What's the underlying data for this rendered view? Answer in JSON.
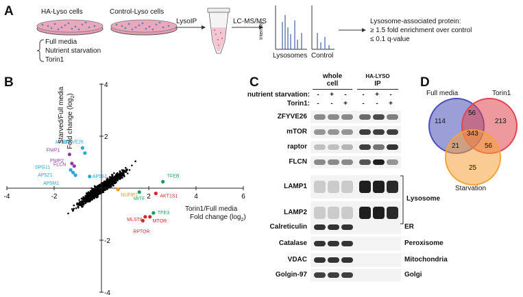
{
  "panel_a": {
    "letter": "A",
    "dish1_label": "HA-Lyso cells",
    "dish2_label": "Control-Lyso cells",
    "conditions": [
      "Full media",
      "Nutrient starvation",
      "Torin1"
    ],
    "step1": "LysoIP",
    "step2": "LC-MS/MS",
    "intensity_label": "Intensity",
    "spec1_label": "Lysosomes",
    "spec2_label": "Control",
    "criteria_title": "Lysosome-associated protein:",
    "criteria_1": "≥ 1.5 fold enrichment over control",
    "criteria_2": "≤ 0.1 q-value"
  },
  "panel_b": {
    "letter": "B",
    "chart_data": {
      "type": "scatter",
      "xlabel_line1": "Torin1/Full media",
      "xlabel_line2": "Fold change (log",
      "xlabel_sub": "2",
      "xlabel_close": ")",
      "ylabel_line1": "Starved/Full media",
      "ylabel_line2": "Fold change (log",
      "ylabel_sub": "2",
      "ylabel_close": ")",
      "xlim": [
        -4,
        6
      ],
      "ylim": [
        -4,
        4
      ],
      "xticks": [
        "-4",
        "-2",
        "2",
        "4",
        "6"
      ],
      "yticks": [
        "4",
        "2",
        "-2",
        "-4"
      ],
      "labeled_points": [
        {
          "label": "AP5B1",
          "x": -0.8,
          "y": 1.55,
          "color": "#2aa7d8"
        },
        {
          "label": "ZFYVE26",
          "x": -0.7,
          "y": 1.35,
          "color": "#2aa7d8"
        },
        {
          "label": "FNIP1",
          "x": -1.35,
          "y": 1.3,
          "color": "#8e3fa0"
        },
        {
          "label": "FNIP2",
          "x": -1.25,
          "y": 0.95,
          "color": "#8e3fa0"
        },
        {
          "label": "FLCN",
          "x": -1.15,
          "y": 0.85,
          "color": "#8e3fa0"
        },
        {
          "label": "SPG11",
          "x": -1.3,
          "y": 0.7,
          "color": "#2aa7d8"
        },
        {
          "label": "AP5Z1",
          "x": -1.2,
          "y": 0.6,
          "color": "#2aa7d8"
        },
        {
          "label": "AP5M1",
          "x": -1.1,
          "y": 0.5,
          "color": "#2aa7d8"
        },
        {
          "label": "AP5S1",
          "x": -0.5,
          "y": 0.45,
          "color": "#2aa7d8"
        },
        {
          "label": "TFEB",
          "x": 2.6,
          "y": 0.25,
          "color": "#1a9a5a"
        },
        {
          "label": "AKT1S1",
          "x": 2.3,
          "y": -0.2,
          "color": "#d3262b"
        },
        {
          "label": "MITF",
          "x": 1.6,
          "y": -0.15,
          "color": "#1a9a5a"
        },
        {
          "label": "NUFIP1",
          "x": 0.7,
          "y": -0.05,
          "color": "#f39a1e"
        },
        {
          "label": "TFE3",
          "x": 2.2,
          "y": -0.95,
          "color": "#1a9a5a"
        },
        {
          "label": "MLST8",
          "x": 1.85,
          "y": -1.1,
          "color": "#d3262b"
        },
        {
          "label": "MTOR",
          "x": 2.05,
          "y": -1.1,
          "color": "#d3262b"
        },
        {
          "label": "RPTOR",
          "x": 1.75,
          "y": -1.25,
          "color": "#d3262b"
        }
      ]
    }
  },
  "panel_c": {
    "letter": "C",
    "header_whole": "whole",
    "header_whole2": "cell",
    "header_ip_prefix": "HA-LYSO",
    "header_ip2": "IP",
    "cond1": "nutrient starvation:",
    "cond2": "Torin1:",
    "starv_signs": [
      "-",
      "+",
      "-",
      "-",
      "+",
      "-"
    ],
    "torin_signs": [
      "-",
      "-",
      "+",
      "-",
      "-",
      "+"
    ],
    "rows": [
      {
        "label": "ZFYVE26",
        "bands": [
          0.45,
          0.45,
          0.45,
          0.6,
          0.75,
          0.5
        ],
        "compartment": ""
      },
      {
        "label": "mTOR",
        "bands": [
          0.4,
          0.4,
          0.4,
          0.8,
          0.8,
          0.8
        ],
        "compartment": ""
      },
      {
        "label": "raptor",
        "bands": [
          0.2,
          0.2,
          0.25,
          0.8,
          0.55,
          0.85
        ],
        "compartment": ""
      },
      {
        "label": "FLCN",
        "bands": [
          0.45,
          0.45,
          0.45,
          0.7,
          0.95,
          0.4
        ],
        "compartment": ""
      },
      {
        "label": "LAMP1",
        "bands": [
          0.15,
          0.15,
          0.15,
          0.95,
          0.95,
          0.9
        ],
        "compartment": ""
      },
      {
        "label": "LAMP2",
        "bands": [
          0.15,
          0.15,
          0.15,
          0.95,
          0.95,
          0.9
        ],
        "compartment": ""
      },
      {
        "label": "Calreticulin",
        "bands": [
          0.85,
          0.85,
          0.85,
          0,
          0,
          0
        ],
        "compartment": "ER"
      },
      {
        "label": "Catalase",
        "bands": [
          0.85,
          0.85,
          0.85,
          0,
          0,
          0
        ],
        "compartment": "Peroxisome"
      },
      {
        "label": "VDAC",
        "bands": [
          0.85,
          0.85,
          0.85,
          0,
          0,
          0
        ],
        "compartment": "Mitochondria"
      },
      {
        "label": "Golgin-97",
        "bands": [
          0.8,
          0.8,
          0.8,
          0,
          0,
          0
        ],
        "compartment": "Golgi"
      }
    ],
    "lysosome_label": "Lysosome"
  },
  "panel_d": {
    "letter": "D",
    "set1": "Full media",
    "set2": "Torin1",
    "set3": "Starvation",
    "only1": "114",
    "only2": "213",
    "only3": "25",
    "n12": "56",
    "n13": "21",
    "n23": "56",
    "n123": "343",
    "colors": {
      "full": "#4a4fb8",
      "torin": "#e0464e",
      "starv": "#f6a33a"
    }
  }
}
